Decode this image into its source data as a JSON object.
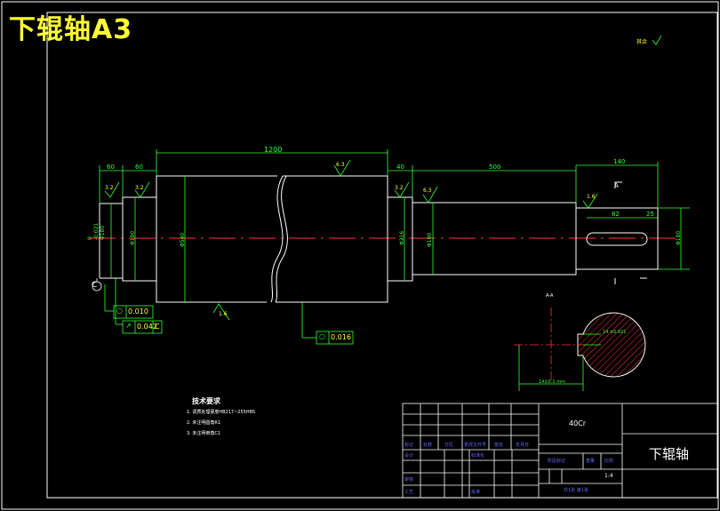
{
  "title": "下辊轴A3",
  "drawing": {
    "dimensions": {
      "d60a": "60",
      "d60b": "60",
      "d1200": "1200",
      "d40": "40",
      "d500": "500",
      "d140": "140",
      "d82": "82",
      "d25": "25"
    },
    "diameter_labels": {
      "left_end": "Φ180",
      "left_tol": "0\n-0.021",
      "step1": "Φ190",
      "body": "Φ540",
      "step3": "Φ216",
      "step4": "Φ190",
      "journal": "Φ180",
      "right_end": "Φ180"
    },
    "roughness": [
      "3.2",
      "3.2",
      "6.3",
      "3.2",
      "6.3",
      "1.6",
      "1.6"
    ],
    "section_mark": "A",
    "section_view_label": "A-A",
    "section_dims": {
      "width": "14±0.1 mm",
      "key": "14 ±0.021"
    },
    "tolerances": [
      {
        "symbol": "○",
        "value": "0.010"
      },
      {
        "symbol": "↗",
        "value": "0.042",
        "datum": "C"
      },
      {
        "symbol": "○",
        "value": "0.016"
      }
    ],
    "datum_letter": "C",
    "other_finish": "其余"
  },
  "tech_req": {
    "heading": "技术要求",
    "items": [
      "1. 调质处理硬度HB217~255HBS",
      "2. 未注明圆角R1",
      "3. 未注明倒角C1"
    ]
  },
  "title_block": {
    "material": "40Cr",
    "part_name": "下辊轴",
    "scale": "1:4",
    "cells_blue": [
      "标记",
      "处数",
      "分区",
      "更改文件号",
      "签名",
      "年月日",
      "设计",
      "标准化",
      "审核",
      "工艺",
      "批准",
      "阶段标记",
      "重量",
      "比例"
    ],
    "sheet_info": "共1张  第1张"
  }
}
